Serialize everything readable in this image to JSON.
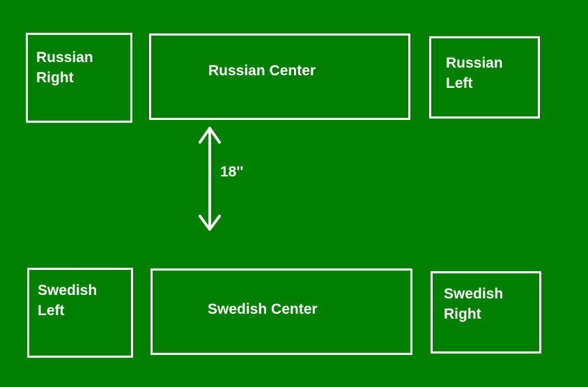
{
  "background_color": "#007f00",
  "line_color": "#ffffff",
  "russian": {
    "right_label": "Russian\nRight",
    "center_label": "Russian Center",
    "left_label": "Russian\nLeft"
  },
  "swedish": {
    "left_label": "Swedish\nLeft",
    "center_label": "Swedish Center",
    "right_label": "Swedish\nRight"
  },
  "distance": {
    "label": "18''",
    "icon": "double-headed-arrow-icon"
  }
}
